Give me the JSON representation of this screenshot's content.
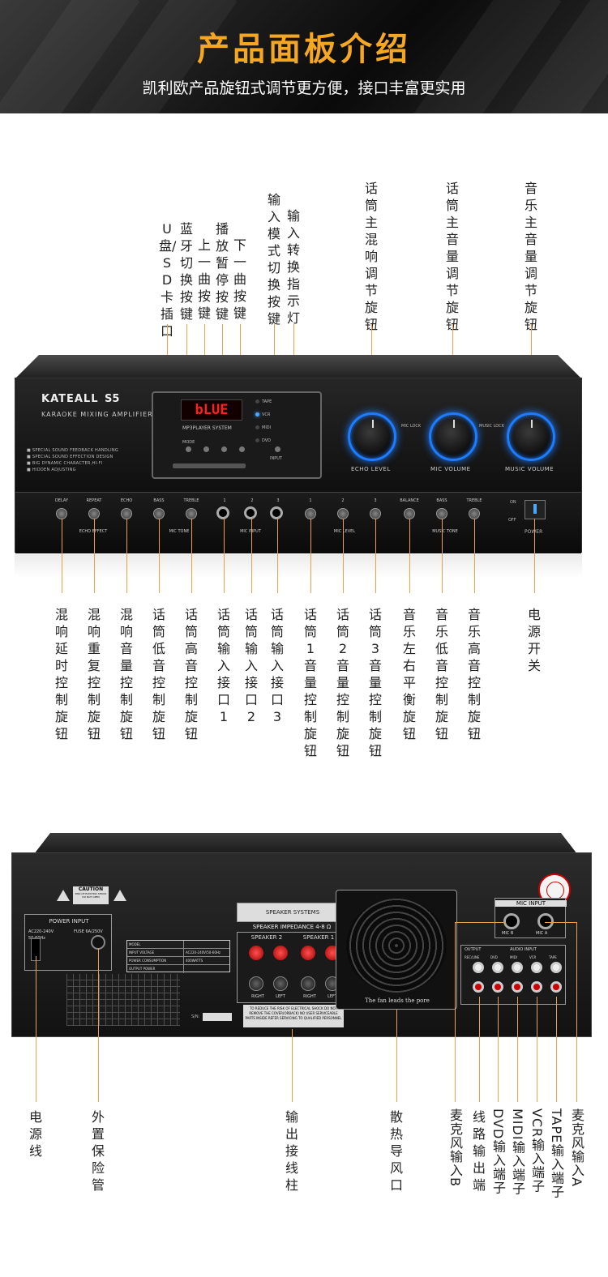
{
  "header": {
    "title": "产品面板介绍",
    "subtitle": "凯利欧产品旋钮式调节更方便，接口丰富更实用"
  },
  "front_top_labels": [
    "U盘/SD卡插口",
    "蓝牙切换按键",
    "上一曲按键",
    "播放暂停按键",
    "下一曲按键",
    "输入模式切换按键",
    "输入转换指示灯",
    "话筒主混响调节旋钮",
    "话筒主音量调节旋钮",
    "音乐主音量调节旋钮"
  ],
  "front_bottom_labels": [
    "混响延时控制旋钮",
    "混响重复控制旋钮",
    "混响音量控制旋钮",
    "话筒低音控制旋钮",
    "话筒高音控制旋钮",
    "话筒输入接口1",
    "话筒输入接口2",
    "话筒输入接口3",
    "话筒1音量控制旋钮",
    "话筒2音量控制旋钮",
    "话筒3音量控制旋钮",
    "音乐左右平衡旋钮",
    "音乐低音控制旋钮",
    "音乐高音控制旋钮",
    "电源开关"
  ],
  "back_labels": [
    "电源线",
    "外置保险管",
    "输出接线柱",
    "散热导风口",
    "麦克风输入B",
    "线路输出端",
    "DVD输入端子",
    "MIDI输入端子",
    "VCR输入端子",
    "TAPE输入端子",
    "麦克风输入A"
  ],
  "front_panel": {
    "brand": "KATEALL",
    "model": "S5",
    "subtitle": "KARAOKE MIXING AMPLIFIER",
    "features": [
      "■ SPECIAL SOUND FEEDBACK HANDLING",
      "■ SPECIAL SOUND EFFECTION DESIGN",
      "■ BIG DYNAMIC CHARACTER,HI-FI",
      "■ HIDDEN ADJUSTING"
    ],
    "display_text": "bLUE",
    "mp3_label": "MP3PLAYER SYSTEM",
    "mode_label": "MODE",
    "input_label": "INPUT",
    "indicators": [
      "TAPE",
      "VCR",
      "MIDI",
      "DVD"
    ],
    "big_knobs": [
      "ECHO LEVEL",
      "MIC VOLUME",
      "MUSIC VOLUME"
    ],
    "mic_lock": "MIC LOCK",
    "music_lock": "MUSIC LOCK",
    "small_knobs": [
      "DELAY",
      "REPEAT",
      "ECHO",
      "BASS",
      "TREBLE",
      "1",
      "2",
      "3",
      "1",
      "2",
      "3",
      "BALANCE",
      "BASS",
      "TREBLE"
    ],
    "groups": [
      "ECHO EFFECT",
      "MIC TONE",
      "MIC INPUT",
      "MIC LEVEL",
      "MUSIC TONE"
    ],
    "power_on": "ON",
    "power_off": "OFF",
    "power_label": "POWER"
  },
  "back_panel": {
    "power_input": "POWER INPUT",
    "voltage": "AC220-240V",
    "freq": "50-60Hz",
    "fuse": "FUSE 6A/250V",
    "caution": "CAUTION",
    "caution_text": "RISK OF ELECTRIC SHOCK DO NOT OPEN",
    "spec_rows": [
      [
        "MODEL",
        ""
      ],
      [
        "INPUT VOLTAGE",
        "AC220-240V/50-60Hz"
      ],
      [
        "POWER CONSUMPTION",
        "400WATTS"
      ],
      [
        "OUTPUT POWER",
        ""
      ]
    ],
    "sn_label": "S/N:",
    "speaker_systems": "SPEAKER SYSTEMS",
    "speaker_impedance": "SPEAKER IMPEDANCE 4-8 Ω",
    "speaker1": "SPEAKER 1",
    "speaker2": "SPEAKER 2",
    "right": "RIGHT",
    "left": "LEFT",
    "warning_text": "TO REDUCE THE RISK OF ELECTRICAL SHOCK DO NOT REMOVE THE COVER(ORBACK) NO USER SERVICEABLE PARTS INSIDE REFER SERVICING TO QUALIFIED PERSONNEL",
    "fan_label": "The fan leads the pore",
    "mic_input": "MIC INPUT",
    "mic_b": "MIC B",
    "mic_a": "MIC A",
    "output": "OUTPUT",
    "audio_input": "AUDIO  INPUT",
    "io_labels": [
      "REC/LINE",
      "DVD",
      "MIDI",
      "VCR",
      "TAPE"
    ]
  }
}
